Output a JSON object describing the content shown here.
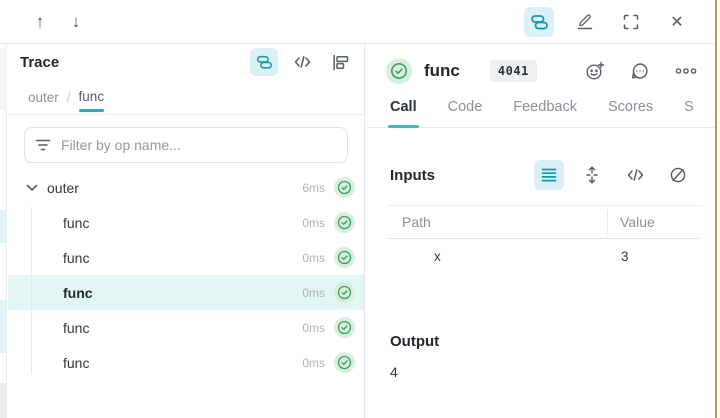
{
  "colors": {
    "accent_teal": "#0b9bab",
    "accent_teal_bg": "#dcf1f5",
    "tab_underline": "#3eb8c8",
    "selected_row_bg": "#e2f6f3",
    "success_green": "#3f9e63",
    "success_green_bg": "#d8efde",
    "text_dark": "#23272e",
    "text_gray": "#8b9099",
    "border": "#e4e6e9",
    "window_edge": "#b89d63"
  },
  "topbar": {
    "up_arrow_glyph": "↑",
    "down_arrow_glyph": "↓",
    "close_glyph": "✕"
  },
  "left": {
    "title": "Trace",
    "breadcrumb": {
      "root": "outer",
      "separator": "/",
      "current": "func"
    },
    "filter_placeholder": "Filter by op name...",
    "tree": [
      {
        "label": "outer",
        "duration": "6ms",
        "level": 0,
        "expanded": true,
        "selected": false,
        "status": "success"
      },
      {
        "label": "func",
        "duration": "0ms",
        "level": 1,
        "selected": false,
        "status": "success"
      },
      {
        "label": "func",
        "duration": "0ms",
        "level": 1,
        "selected": false,
        "status": "success"
      },
      {
        "label": "func",
        "duration": "0ms",
        "level": 1,
        "selected": true,
        "status": "success"
      },
      {
        "label": "func",
        "duration": "0ms",
        "level": 1,
        "selected": false,
        "status": "success"
      },
      {
        "label": "func",
        "duration": "0ms",
        "level": 1,
        "selected": false,
        "status": "success"
      }
    ]
  },
  "right": {
    "title": "func",
    "badge": "4041",
    "status": "success",
    "tabs": [
      {
        "label": "Call",
        "active": true
      },
      {
        "label": "Code",
        "active": false
      },
      {
        "label": "Feedback",
        "active": false
      },
      {
        "label": "Scores",
        "active": false
      },
      {
        "label": "S",
        "active": false,
        "truncated": true
      }
    ],
    "inputs": {
      "heading": "Inputs",
      "columns": {
        "path": "Path",
        "value": "Value"
      },
      "rows": [
        {
          "path": "x",
          "value": "3"
        }
      ]
    },
    "output": {
      "heading": "Output",
      "value": "4"
    }
  }
}
